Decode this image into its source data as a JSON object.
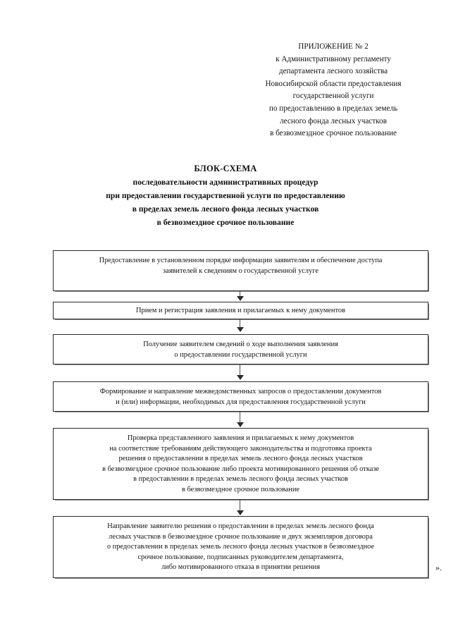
{
  "document": {
    "header": {
      "lines": [
        "ПРИЛОЖЕНИЕ № 2",
        "к Административному регламенту",
        "департамента лесного хозяйства",
        "Новосибирской области предоставления",
        "государственной услуги",
        "по предоставлению в пределах земель",
        "лесного фонда лесных участков",
        "в безвозмездное срочное пользование"
      ]
    },
    "title": {
      "lines": [
        "БЛОК-СХЕМА",
        "последовательности административных процедур",
        "при предоставлении государственной услуги по предоставлению",
        "в пределах земель лесного фонда лесных участков",
        "в безвозмездное срочное пользование"
      ]
    },
    "closing_mark": "».",
    "flowchart": {
      "steps": [
        {
          "id": "step-1",
          "lines": [
            "Предоставление в установленном порядке информации заявителям и обеспечение доступа",
            "заявителей к сведениям о государственной услуге"
          ]
        },
        {
          "id": "step-2",
          "lines": [
            "Прием и регистрация заявления и прилагаемых к нему документов"
          ]
        },
        {
          "id": "step-3",
          "lines": [
            "Получение заявителем сведений о ходе выполнения заявления",
            "о предоставлении государственной услуги"
          ]
        },
        {
          "id": "step-4",
          "lines": [
            "Формирование и направление межведомственных запросов о предоставлении документов",
            "и (или) информации, необходимых для предоставления государственной услуги"
          ]
        },
        {
          "id": "step-5",
          "lines": [
            "Проверка представленного заявления и прилагаемых к нему документов",
            "на соответствие требованиям действующего законодательства и подготовка проекта",
            "решения о предоставлении в пределах земель лесного фонда лесных участков",
            "в безвозмездное срочное пользование либо проекта мотивированного решения об отказе",
            "в предоставлении в пределах земель лесного фонда лесных участков",
            "в безвозмездное срочное пользование"
          ]
        },
        {
          "id": "step-6",
          "lines": [
            "Направление заявителю решения о предоставлении в пределах земель лесного фонда",
            "лесных участков в безвозмездное срочное пользование и двух экземпляров договора",
            "о предоставлении в пределах земель лесного фонда лесных участков в безвозмездное",
            "срочное пользование, подписанных руководителем департамента,",
            "либо мотивированного отказа в принятии решения"
          ]
        }
      ],
      "connectors": [
        {
          "id": "connector-1-2"
        },
        {
          "id": "connector-2-3"
        },
        {
          "id": "connector-3-4"
        },
        {
          "id": "connector-4-5"
        },
        {
          "id": "connector-5-6"
        }
      ]
    },
    "colors": {
      "box_border": "#2b2b2b",
      "box_shadow": "#8e8e8e",
      "connector": "#4a4a4a",
      "text": "#141414",
      "page_background": "#ffffff"
    }
  }
}
